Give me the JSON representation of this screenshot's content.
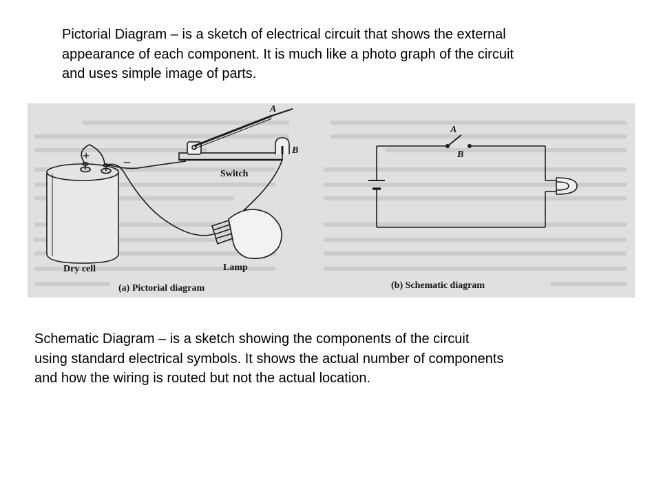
{
  "pictorial_text": {
    "lines": [
      "Pictorial Diagram – is a sketch of electrical circuit that shows the external",
      "appearance of each component. It is much like a photo graph of the circuit",
      "and uses simple image of parts."
    ]
  },
  "figure": {
    "pictorial": {
      "plus_sign": "+",
      "minus_sign": "–",
      "label_a": "A",
      "label_b": "B",
      "switch_label": "Switch",
      "dry_cell_label": "Dry cell",
      "lamp_label": "Lamp",
      "caption": "(a) Pictorial diagram"
    },
    "schematic": {
      "label_a": "A",
      "label_b": "B",
      "caption": "(b) Schematic diagram"
    }
  },
  "schematic_text": {
    "lines": [
      "Schematic Diagram – is a sketch showing the components of the circuit",
      "using standard electrical symbols. It shows the actual number of components",
      "and how the wiring is routed but not the actual location."
    ]
  }
}
